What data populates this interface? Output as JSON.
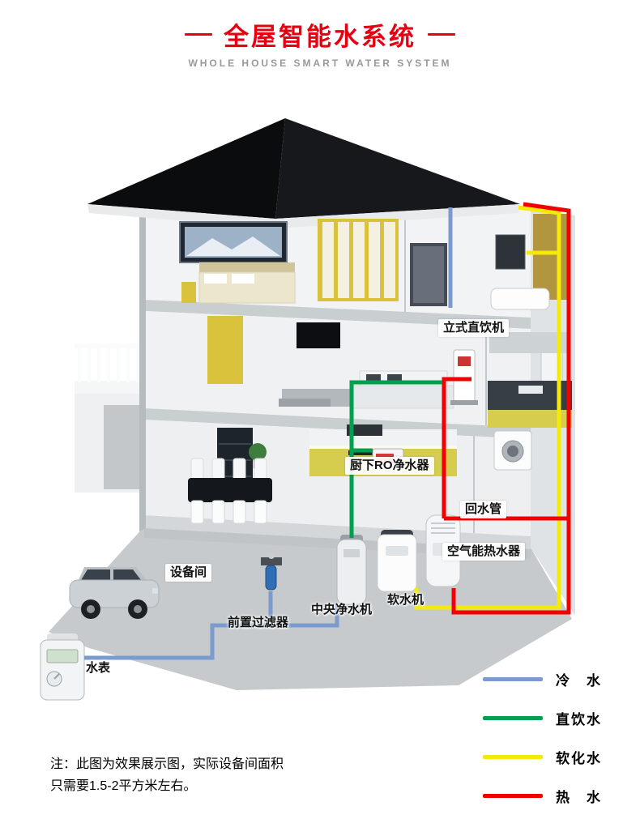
{
  "header": {
    "title": "全屋智能水系统",
    "subtitle": "WHOLE HOUSE SMART WATER SYSTEM"
  },
  "colors": {
    "accent": "#e60012"
  },
  "pipes": {
    "cold": "#7b9ace",
    "drinking": "#00a04e",
    "softened": "#f5e90a",
    "hot": "#f20000"
  },
  "diagram": {
    "labels": {
      "standing_dispenser": "立式直饮机",
      "under_sink_ro": "厨下RO净水器",
      "return_pipe": "回水管",
      "air_source_heater": "空气能热水器",
      "equipment_room": "设备间",
      "pre_filter": "前置过滤器",
      "central_purifier": "中央净水机",
      "water_softener": "软水机",
      "water_meter": "水表"
    }
  },
  "legend": {
    "items": [
      {
        "label": "冷　水",
        "color": "#7b9ace"
      },
      {
        "label": "直饮水",
        "color": "#00a04e"
      },
      {
        "label": "软化水",
        "color": "#f5e90a"
      },
      {
        "label": "热　水",
        "color": "#f20000"
      }
    ]
  },
  "note": {
    "line1": "注：此图为效果展示图，实际设备间面积",
    "line2": "只需要1.5-2平方米左右。"
  }
}
